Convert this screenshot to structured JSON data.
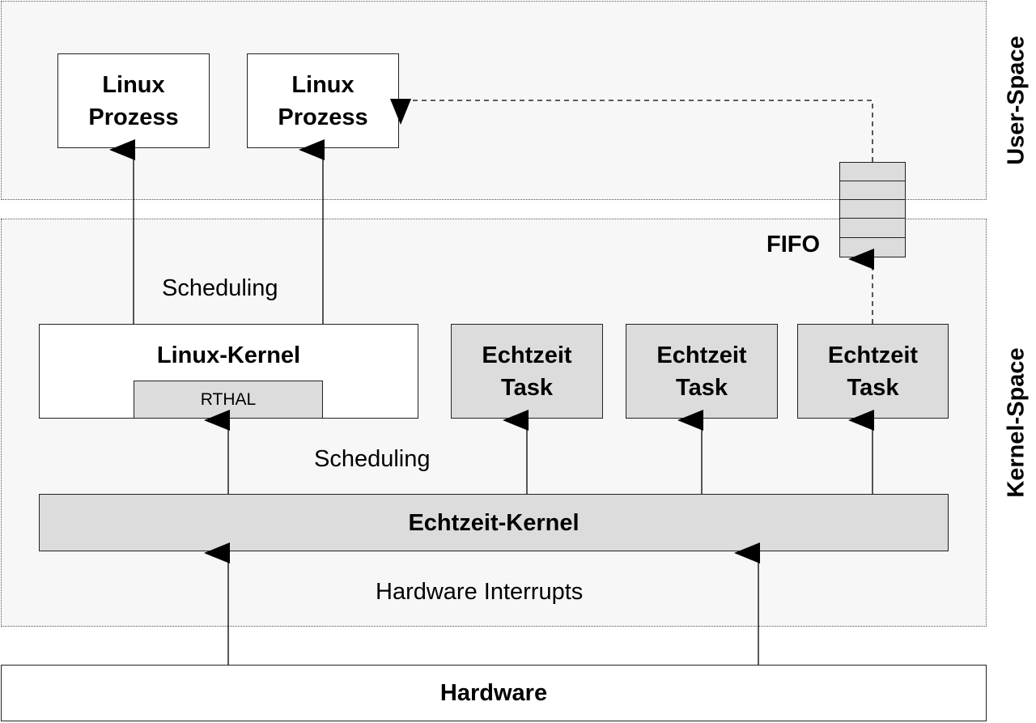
{
  "zones": {
    "user_space": "User-Space",
    "kernel_space": "Kernel-Space"
  },
  "boxes": {
    "linux_process_1": "Linux\nProzess",
    "linux_process_2": "Linux\nProzess",
    "linux_kernel": "Linux-Kernel",
    "rthal": "RTHAL",
    "rt_task_1": "Echtzeit\nTask",
    "rt_task_2": "Echtzeit\nTask",
    "rt_task_3": "Echtzeit\nTask",
    "rt_kernel": "Echtzeit-Kernel",
    "hardware": "Hardware"
  },
  "labels": {
    "fifo": "FIFO",
    "scheduling_linux": "Scheduling",
    "scheduling_rt": "Scheduling",
    "hw_interrupts": "Hardware Interrupts"
  },
  "colors": {
    "zone_fill": "#f7f7f7",
    "box_gray": "#dcdcdc",
    "box_white": "#ffffff"
  }
}
